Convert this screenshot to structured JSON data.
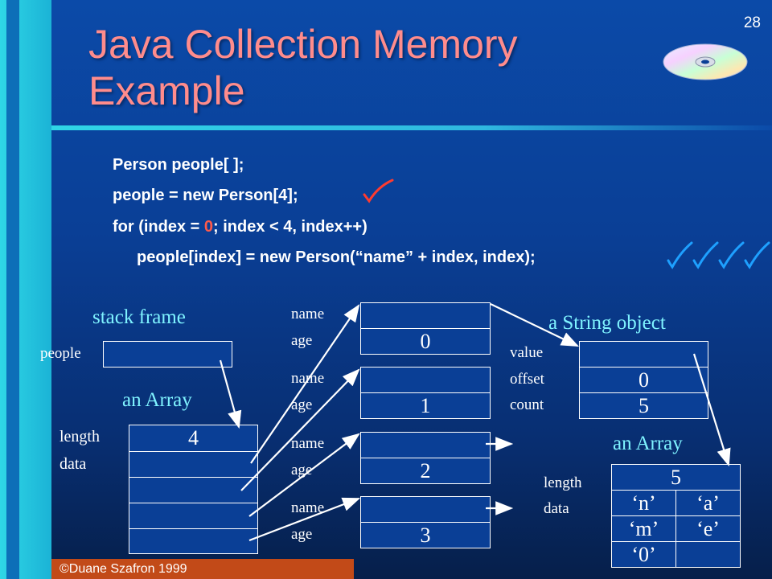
{
  "slide": {
    "title_line1": "Java Collection Memory",
    "title_line2": "Example",
    "page_number": "28",
    "footer": "©Duane Szafron 1999"
  },
  "code": {
    "line1": "Person people[ ];",
    "line2": "people = new Person[4];",
    "line3_prefix": "for (index = ",
    "line3_zero": "0",
    "line3_suffix": "; index < 4, index++)",
    "line4": "people[index] = new Person(“name” + index, index);"
  },
  "diagram": {
    "stack_frame_label": "stack frame",
    "people_label": "people",
    "array1_label": "an Array",
    "array1_length_label": "length",
    "array1_data_label": "data",
    "array1_length_value": "4",
    "persons": [
      {
        "name_label": "name",
        "age_label": "age",
        "age_value": "0"
      },
      {
        "name_label": "name",
        "age_label": "age",
        "age_value": "1"
      },
      {
        "name_label": "name",
        "age_label": "age",
        "age_value": "2"
      },
      {
        "name_label": "name",
        "age_label": "age",
        "age_value": "3"
      }
    ],
    "string_object_label": "a String object",
    "string_value_label": "value",
    "string_offset_label": "offset",
    "string_count_label": "count",
    "string_offset_value": "0",
    "string_count_value": "5",
    "array2_label": "an Array",
    "array2_length_label": "length",
    "array2_data_label": "data",
    "array2_length_value": "5",
    "chars": [
      "‘n’",
      "‘a’",
      "‘m’",
      "‘e’",
      "‘0’"
    ]
  },
  "colors": {
    "title": "#ff8c8c",
    "checkmark": "#ff3b2f",
    "checkmark_blue": "#1ea0ff",
    "label_cyan": "#7ff3ff"
  }
}
